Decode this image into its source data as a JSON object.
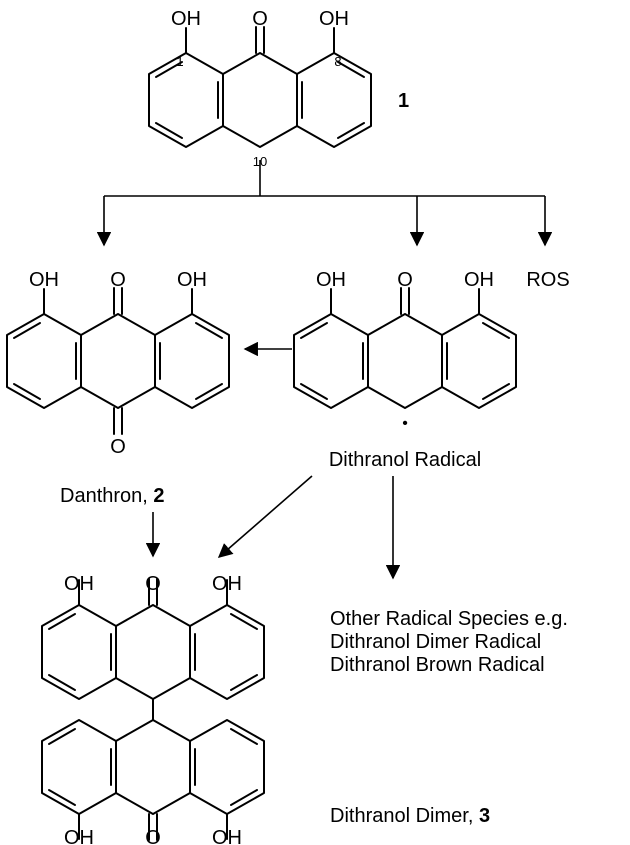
{
  "atoms": {
    "oh": "OH",
    "o": "O"
  },
  "compound1": {
    "number": "1",
    "locant_1": "1",
    "locant_8": "8",
    "locant_10": "10"
  },
  "ros": "ROS",
  "danthron": {
    "name": "Danthron, ",
    "number": "2"
  },
  "radical": {
    "name": "Dithranol Radical",
    "dot": "•"
  },
  "other_species": {
    "line1": "Other Radical Species e.g.",
    "line2": "Dithranol Dimer Radical",
    "line3": "Dithranol Brown Radical"
  },
  "dimer": {
    "name": "Dithranol Dimer, ",
    "number": "3"
  }
}
